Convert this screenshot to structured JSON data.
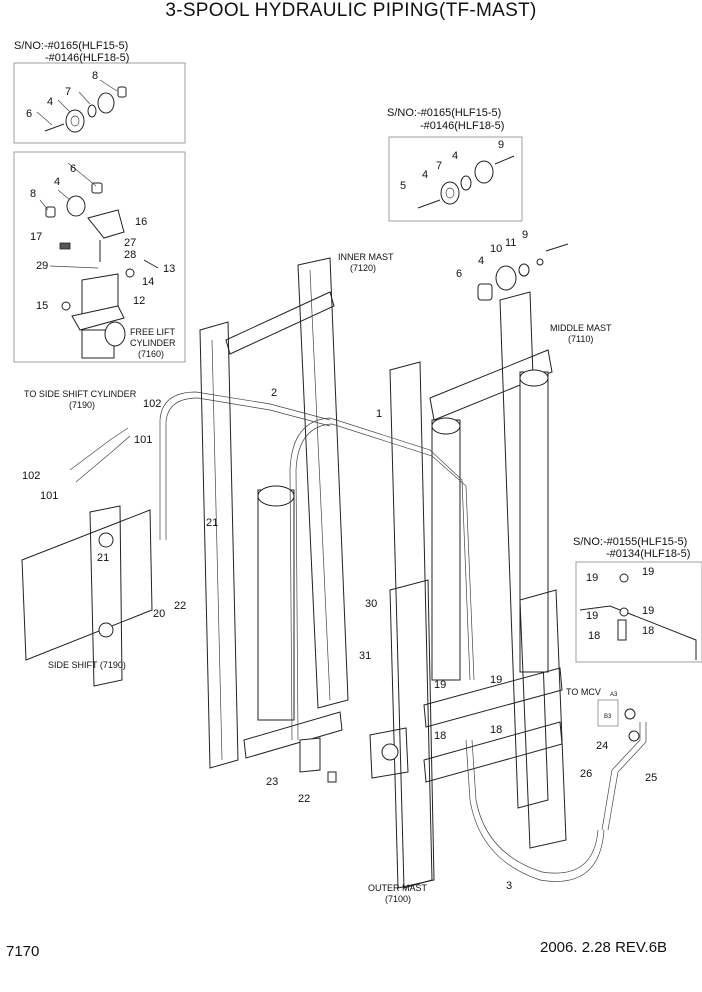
{
  "title": "3-SPOOL HYDRAULIC PIPING(TF-MAST)",
  "serial_notes": {
    "top_left": [
      "S/NO:-#0165(HLF15-5)",
      "-#0146(HLF18-5)"
    ],
    "top_right": [
      "S/NO:-#0165(HLF15-5)",
      "-#0146(HLF18-5)"
    ],
    "right_middle": [
      "S/NO:-#0155(HLF15-5)",
      "-#0134(HLF18-5)"
    ]
  },
  "assembly_labels": {
    "inner_mast": [
      "INNER MAST",
      "(7120)"
    ],
    "middle_mast": [
      "MIDDLE MAST",
      "(7110)"
    ],
    "outer_mast": [
      "OUTER MAST",
      "(7100)"
    ],
    "free_lift": [
      "FREE LIFT",
      "CYLINDER",
      "(7160)"
    ],
    "side_shift_cyl": [
      "TO SIDE SHIFT  CYLINDER",
      "(7190)"
    ],
    "side_shift": "SIDE SHIFT (7190)",
    "to_mcv": "TO MCV",
    "port_a3": "A3",
    "port_b3": "B3"
  },
  "callouts": {
    "tl_6": "6",
    "tl_4": "4",
    "tl_7": "7",
    "tl_8": "8",
    "fl_6": "6",
    "fl_8": "8",
    "fl_4": "4",
    "fl_16": "16",
    "fl_17": "17",
    "fl_27": "27",
    "fl_28": "28",
    "fl_29": "29",
    "fl_13": "13",
    "fl_14": "14",
    "fl_15": "15",
    "fl_12": "12",
    "tr_9": "9",
    "tr_4a": "4",
    "tr_7": "7",
    "tr_4b": "4",
    "tr_5": "5",
    "mm_9": "9",
    "mm_11": "11",
    "mm_10": "10",
    "mm_4": "4",
    "mm_6": "6",
    "p_2": "2",
    "p_1": "1",
    "p_102a": "102",
    "p_101a": "101",
    "p_102b": "102",
    "p_101b": "101",
    "p_21a": "21",
    "p_21b": "21",
    "p_20": "20",
    "p_22a": "22",
    "p_30": "30",
    "p_31": "31",
    "p_23": "23",
    "p_22b": "22",
    "rm_19a": "19",
    "rm_19b": "19",
    "rm_19c": "19",
    "rm_19d": "19",
    "rm_18a": "18",
    "rm_18b": "18",
    "om_19a": "19",
    "om_19b": "19",
    "om_18a": "18",
    "om_18b": "18",
    "om_24": "24",
    "om_26": "26",
    "om_25": "25",
    "om_3": "3"
  },
  "footer": {
    "page_number": "7170",
    "revision": "2006. 2.28  REV.6B"
  }
}
